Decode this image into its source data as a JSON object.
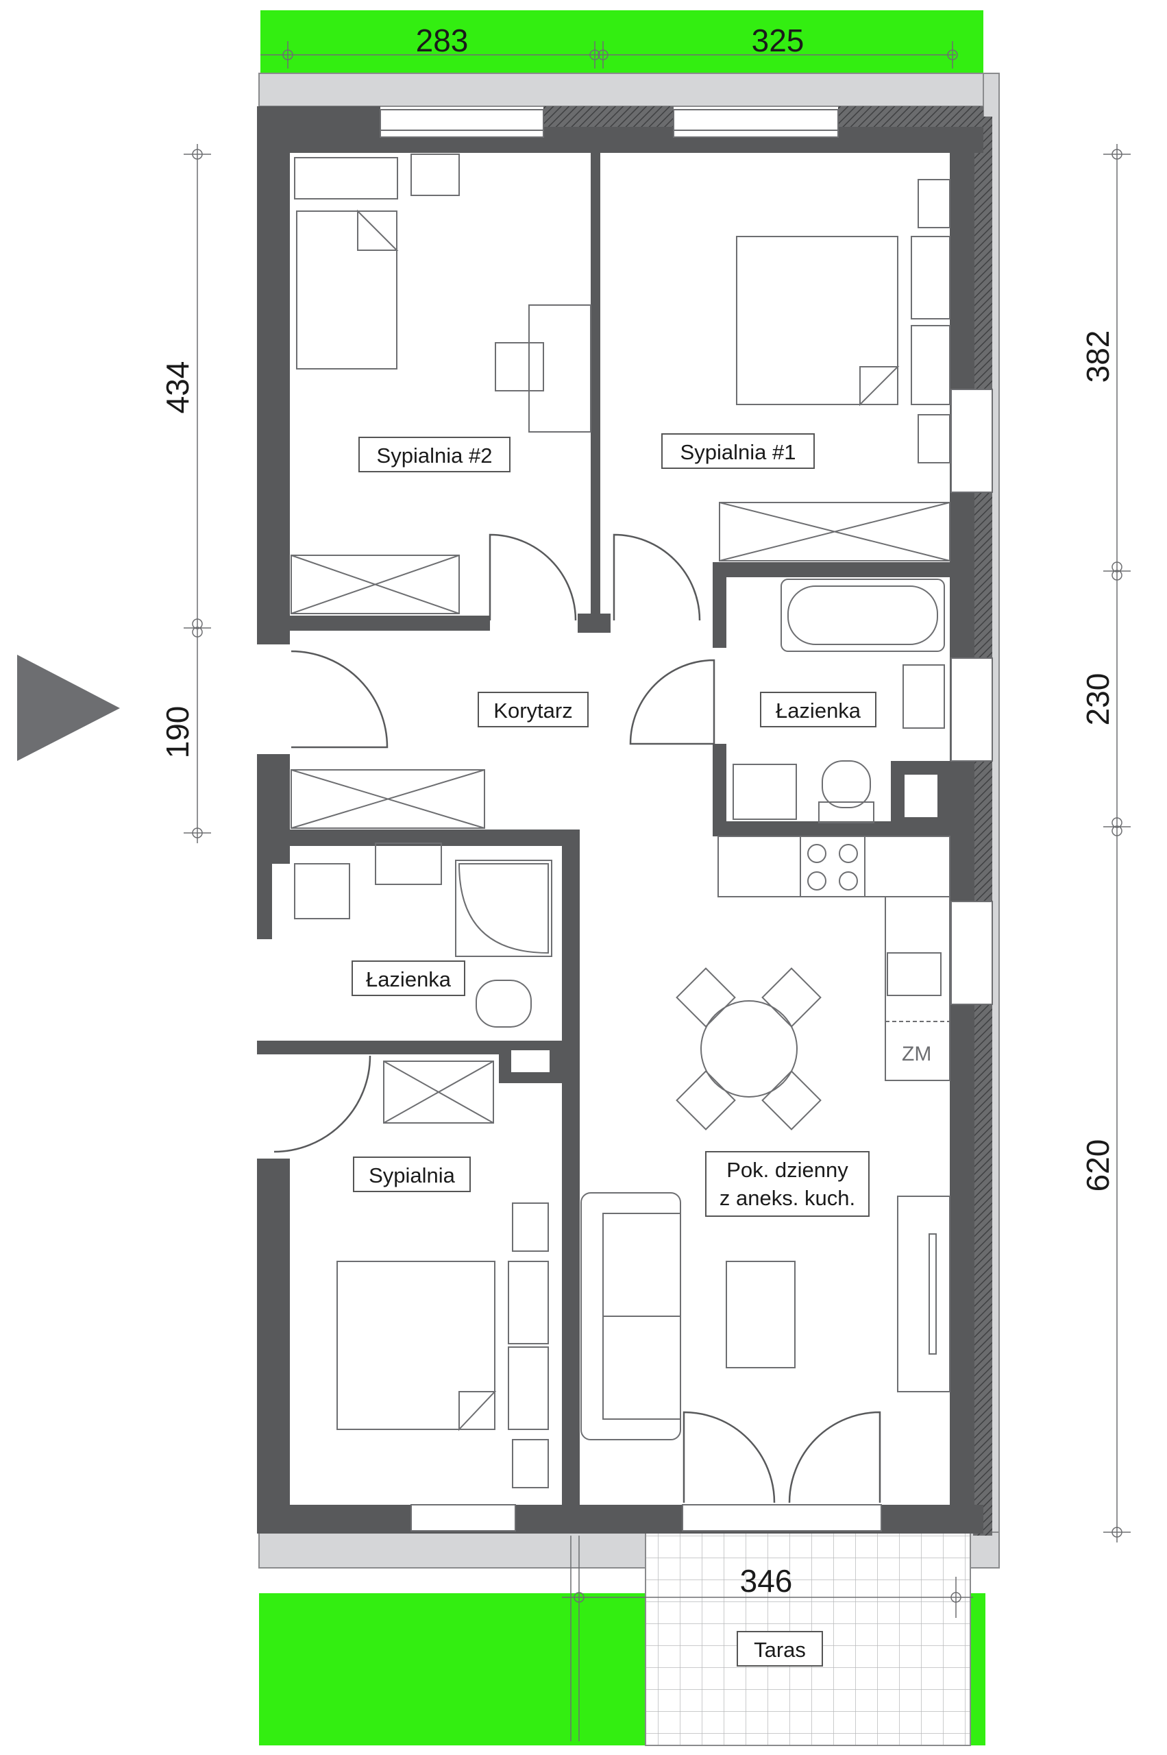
{
  "rooms": {
    "bedroom2": "Sypialnia #2",
    "bedroom1": "Sypialnia #1",
    "corridor": "Korytarz",
    "bathroom_main": "Łazienka",
    "bathroom_small": "Łazienka",
    "bedroom3": "Sypialnia",
    "living_line1": "Pok. dzienny",
    "living_line2": "z aneks. kuch.",
    "terrace": "Taras"
  },
  "fixtures": {
    "zm_label": "ZM"
  },
  "dimensions": {
    "top_left": "283",
    "top_right": "325",
    "left_upper": "434",
    "left_lower": "190",
    "right_upper": "382",
    "right_middle": "230",
    "right_lower": "620",
    "terrace_width": "346"
  },
  "colors": {
    "walls": "#58595b",
    "greenery": "#33ee11",
    "exterior": "#d5d6d8",
    "entrance_arrow": "#6d6e71"
  }
}
